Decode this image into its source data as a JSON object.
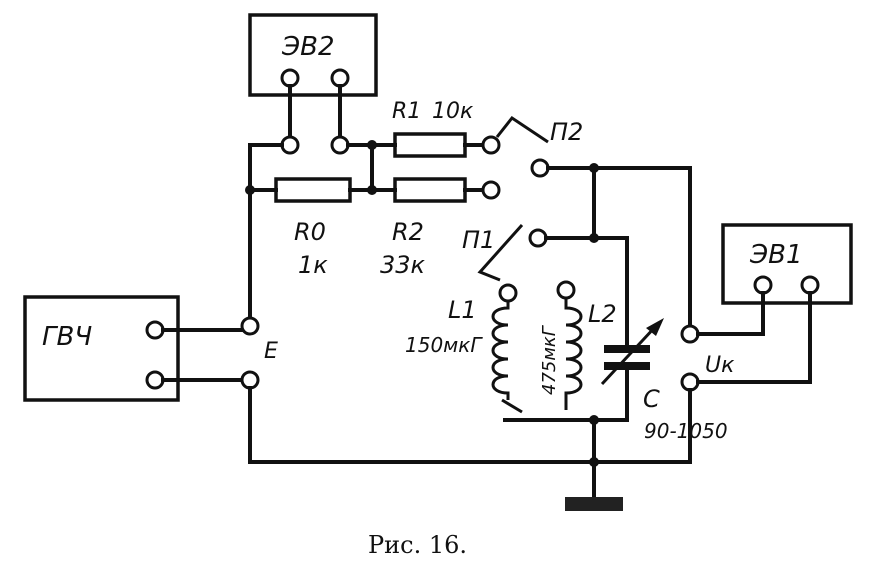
{
  "devices": {
    "ev2": "ЭВ2",
    "ev1": "ЭВ1",
    "gvch": "ГВЧ"
  },
  "components": {
    "r1": "R1",
    "r1_value": "10к",
    "r0": "R0",
    "r0_value": "1к",
    "r2": "R2",
    "r2_value": "33к",
    "l1": "L1",
    "l1_value": "150мкГ",
    "l2": "L2",
    "l2_value": "475мкГ",
    "c": "C",
    "c_value": "90-1050"
  },
  "switches": {
    "p1": "П1",
    "p2": "П2"
  },
  "terminals": {
    "e": "E",
    "uk": "Uк"
  },
  "caption": "Рис. 16."
}
